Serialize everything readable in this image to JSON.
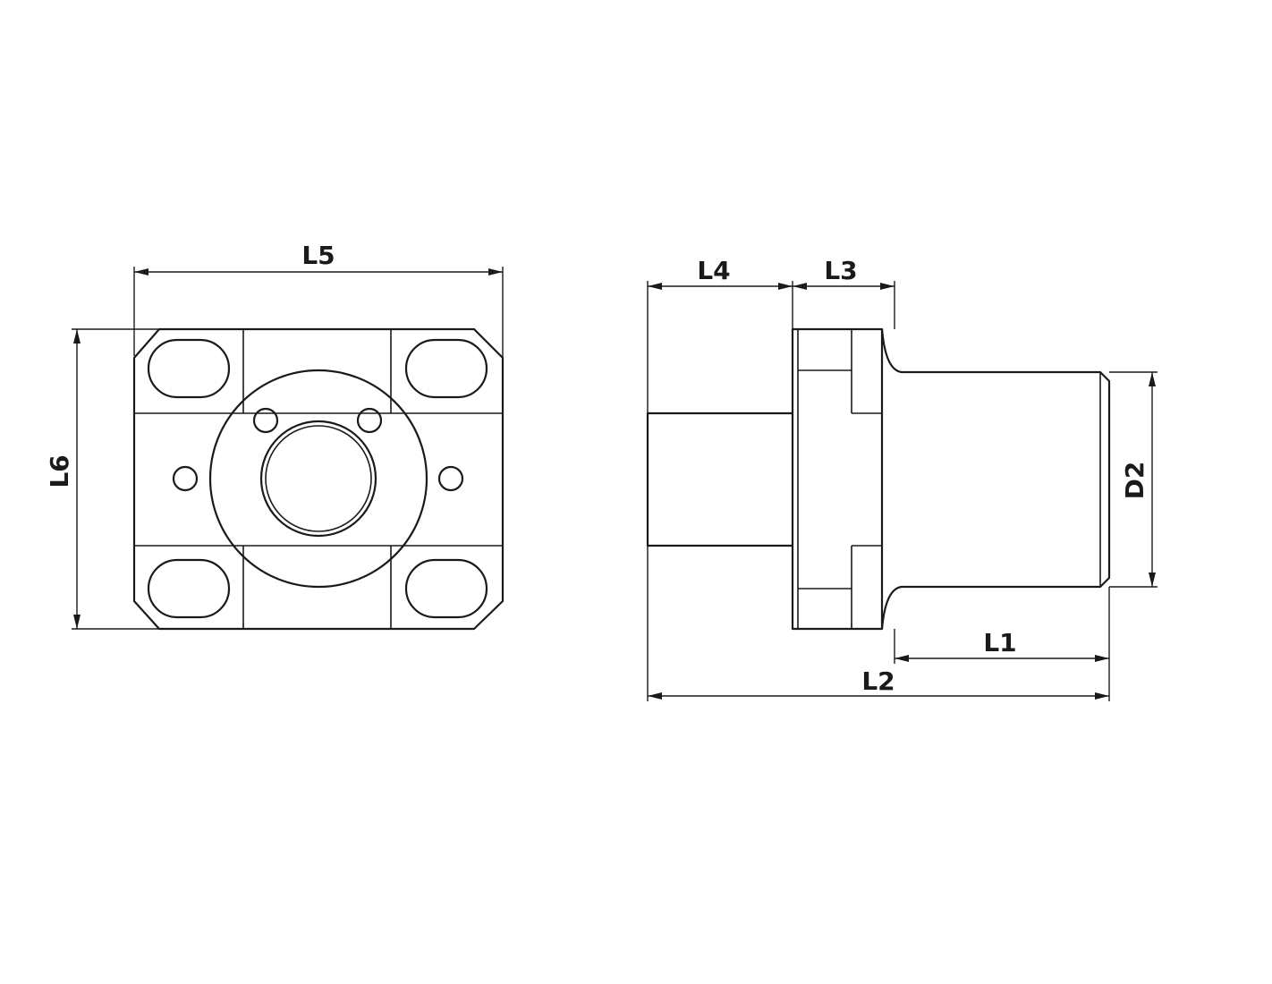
{
  "drawing": {
    "front_view": {
      "width_label": "L5",
      "height_label": "L6"
    },
    "side_view": {
      "l4_label": "L4",
      "l3_label": "L3",
      "l1_label": "L1",
      "l2_label": "L2",
      "d2_label": "D2"
    }
  }
}
